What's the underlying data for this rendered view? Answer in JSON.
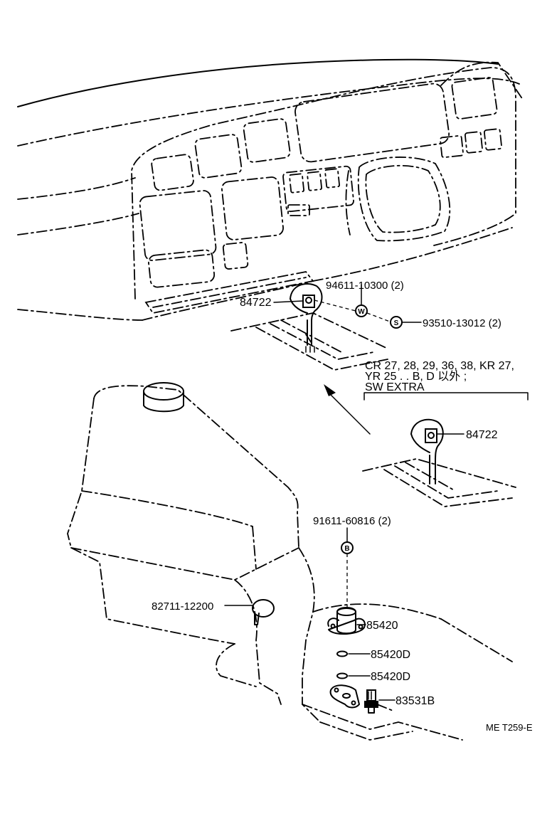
{
  "labels": {
    "p84722_top": "84722",
    "p94611": "94611-10300 (2)",
    "p93510": "93510-13012 (2)",
    "note_line1": "CR 27, 28, 29, 36, 38, KR 27,",
    "note_line2": "YR 25 . . B, D 以外 ;",
    "note_line3": "SW EXTRA",
    "p84722_inset": "84722",
    "p91611": "91611-60816 (2)",
    "p82711": "82711-12200",
    "p85420": "85420",
    "p85420d_a": "85420D",
    "p85420d_b": "85420D",
    "p83531b": "83531B",
    "figure_code": "ME T259-E"
  },
  "marks": {
    "w": "W",
    "s": "S",
    "b": "B"
  }
}
